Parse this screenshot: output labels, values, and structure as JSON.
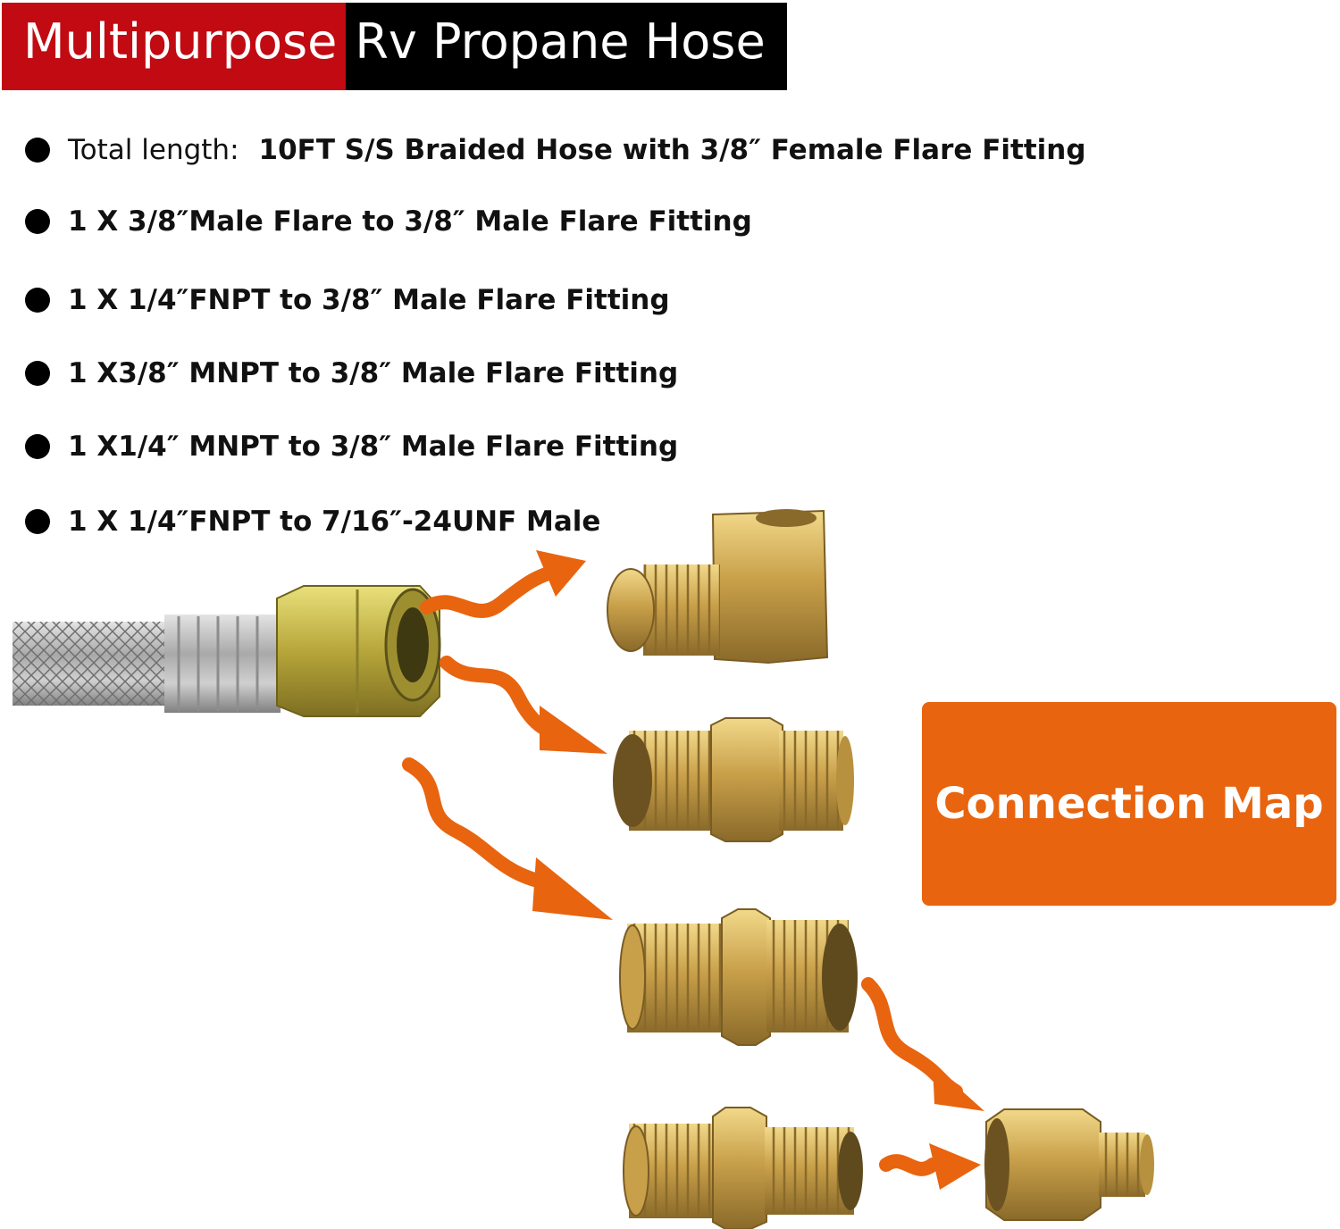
{
  "header": {
    "title_part1": "Multipurpose",
    "title_part2": "Rv Propane Hose"
  },
  "specs": [
    {
      "label": "Total length:",
      "text": "10FT  S/S Braided Hose with 3/8″ Female Flare Fitting"
    },
    {
      "text": "1 X 3/8″Male Flare to 3/8″ Male Flare Fitting"
    },
    {
      "text": "1 X 1/4″FNPT to 3/8″ Male Flare Fitting"
    },
    {
      "text": "1 X3/8″ MNPT to 3/8″ Male Flare Fitting"
    },
    {
      "text": "1 X1/4″ MNPT to 3/8″ Male Flare Fitting"
    },
    {
      "text": "1 X 1/4″FNPT to 7/16″-24UNF Male"
    }
  ],
  "badge": {
    "label": "Connection Map"
  },
  "colors": {
    "accent": "#e8640f",
    "red": "#c10a12",
    "brass": "#c9a64a"
  }
}
